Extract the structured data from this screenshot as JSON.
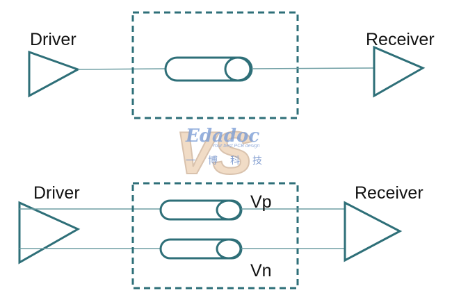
{
  "colors": {
    "stroke": "#2e6f78",
    "line": "#6e9ea3",
    "vs_fill": "#f1dcc6",
    "watermark": "#7d9ed6"
  },
  "top": {
    "driver_label": "Driver",
    "receiver_label": "Receiver"
  },
  "bottom": {
    "driver_label": "Driver",
    "receiver_label": "Receiver",
    "vp_label": "Vp",
    "vn_label": "Vn"
  },
  "vs_text": "VS",
  "watermark": {
    "main": "Edadoc",
    "sub": "Your best PCB design",
    "chinese": "一博科技"
  }
}
